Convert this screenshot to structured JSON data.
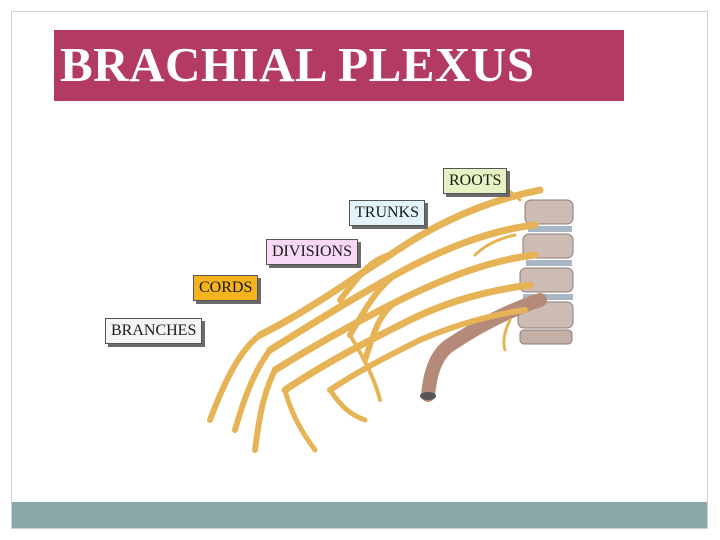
{
  "slide": {
    "title": "BRACHIAL PLEXUS"
  },
  "labels": {
    "roots": "ROOTS",
    "trunks": "TRUNKS",
    "divisions": "DIVISIONS",
    "cords": "CORDS",
    "branches": "BRANCHES"
  },
  "colors": {
    "title_bar": "#b23a64",
    "footer_bar": "#8aa7a8",
    "nerve": "#e6b456",
    "vertebra": "#c9b8b0",
    "artery": "#b58a78"
  }
}
